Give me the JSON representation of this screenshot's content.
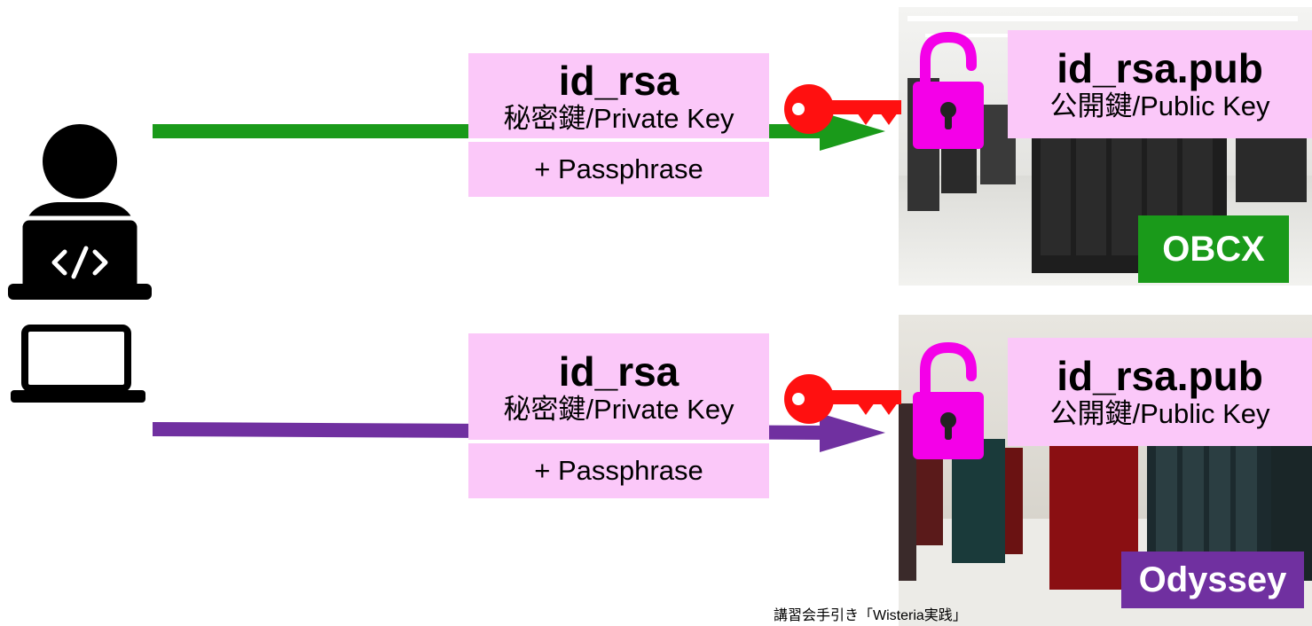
{
  "icons": {
    "user": "user-with-laptop-icon",
    "laptop": "laptop-icon",
    "key": "key-icon",
    "lock": "open-padlock-icon"
  },
  "colors": {
    "green": "#1a9a1a",
    "purple": "#7030a0",
    "pink_box": "#fbc8f9",
    "key_red": "#ff1010",
    "lock_magenta": "#f400e8"
  },
  "connections": [
    {
      "private_key": {
        "filename": "id_rsa",
        "description": "秘密鍵/Private Key",
        "passphrase": "+ Passphrase"
      },
      "public_key": {
        "filename": "id_rsa.pub",
        "description": "公開鍵/Public Key"
      },
      "server_name": "OBCX"
    },
    {
      "private_key": {
        "filename": "id_rsa",
        "description": "秘密鍵/Private Key",
        "passphrase": "+ Passphrase"
      },
      "public_key": {
        "filename": "id_rsa.pub",
        "description": "公開鍵/Public Key"
      },
      "server_name": "Odyssey"
    }
  ],
  "footer": "講習会手引き「Wisteria実践」"
}
